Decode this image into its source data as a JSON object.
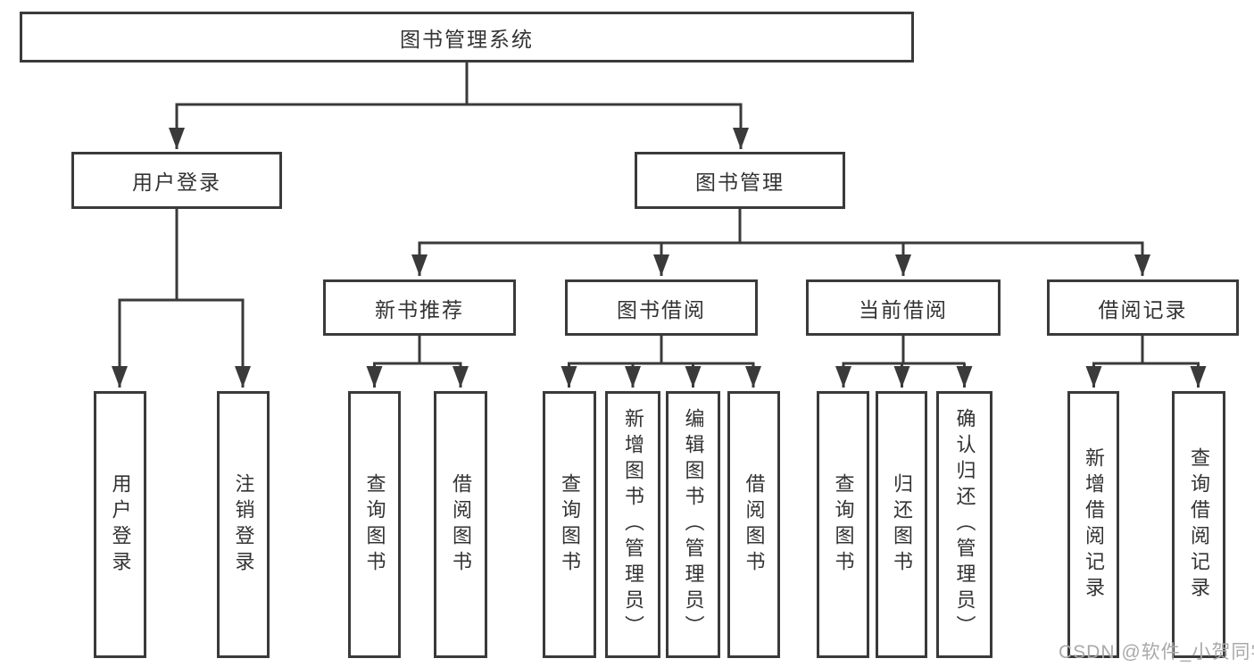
{
  "diagram": {
    "watermark": "CSDN @软件_小贺同学",
    "colors": {
      "line": "#3a3a3a",
      "box_border": "#3a3a3a",
      "box_fill": "#ffffff",
      "text": "#333333",
      "watermark": "#a9a9a9",
      "background": "#ffffff"
    },
    "nodes": {
      "root": "图书管理系统",
      "user_login": "用户登录",
      "book_management": "图书管理",
      "new_book_recommend": "新书推荐",
      "book_borrow": "图书借阅",
      "current_borrow": "当前借阅",
      "borrow_record": "借阅记录",
      "leaf_user_login": "用户登录",
      "leaf_logout": "注销登录",
      "leaf_nb_query_book": "查询图书",
      "leaf_nb_borrow_book": "借阅图书",
      "leaf_bb_query_book": "查询图书",
      "leaf_bb_add_book": "新增图书（管理员）",
      "leaf_bb_edit_book": "编辑图书（管理员）",
      "leaf_bb_borrow_book": "借阅图书",
      "leaf_cb_query_book": "查询图书",
      "leaf_cb_return_book": "归还图书",
      "leaf_cb_confirm_return": "确认归还（管理员）",
      "leaf_br_add_record": "新增借阅记录",
      "leaf_br_query_record": "查询借阅记录"
    }
  }
}
